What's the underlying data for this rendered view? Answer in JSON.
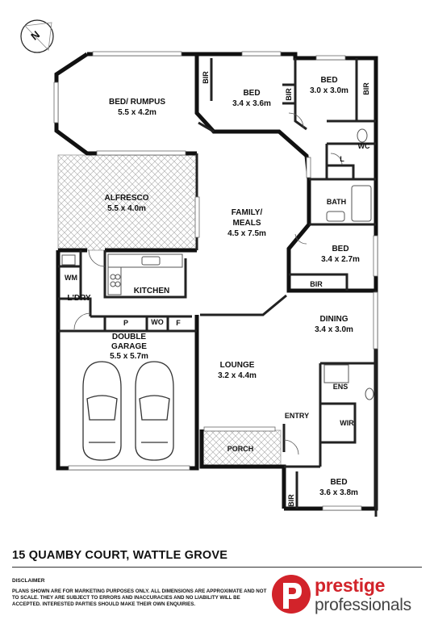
{
  "compass": {
    "label": "N"
  },
  "rooms": [
    {
      "id": "bed-rumpus",
      "name": "BED/ RUMPUS",
      "size": "5.5 x 4.2m"
    },
    {
      "id": "bed-2",
      "name": "BED",
      "size": "3.4 x 3.6m"
    },
    {
      "id": "bed-3",
      "name": "BED",
      "size": "3.0 x 3.0m"
    },
    {
      "id": "alfresco",
      "name": "ALFRESCO",
      "size": "5.5 x 4.0m"
    },
    {
      "id": "family-meals",
      "name": "FAMILY/",
      "name2": "MEALS",
      "size": "4.5 x 7.5m"
    },
    {
      "id": "bed-4",
      "name": "BED",
      "size": "3.4 x 2.7m"
    },
    {
      "id": "dining",
      "name": "DINING",
      "size": "3.4 x 3.0m"
    },
    {
      "id": "double-garage",
      "name": "DOUBLE",
      "name2": "GARAGE",
      "size": "5.5 x 5.7m"
    },
    {
      "id": "lounge",
      "name": "LOUNGE",
      "size": "3.2 x 4.4m"
    },
    {
      "id": "bed-master",
      "name": "BED",
      "size": "3.6 x 3.8m"
    }
  ],
  "labels": {
    "bir1": "BIR",
    "bir2": "BIR",
    "bir3": "BIR",
    "bir4": "BIR",
    "bir5": "BIR",
    "wc": "WC",
    "linen": "L",
    "bath": "BATH",
    "wm": "WM",
    "laundry": "L'DRY",
    "kitchen": "KITCHEN",
    "pantry": "P",
    "wo": "WO",
    "fridge": "F",
    "ens": "ENS",
    "wir": "WIR",
    "entry": "ENTRY",
    "porch": "PORCH"
  },
  "address": "15 QUAMBY COURT, WATTLE GROVE",
  "disclaimer": {
    "title": "DISCLAIMER",
    "text": "Plans shown are for marketing purposes only. All dimensions are approximate and not to scale. They are subject to errors and inaccuracies and no liability will be accepted. Interested parties should make their own enquiries."
  },
  "brand": {
    "line1": "prestige",
    "line2": "professionals",
    "red": "#d2232a",
    "grey": "#444444"
  }
}
